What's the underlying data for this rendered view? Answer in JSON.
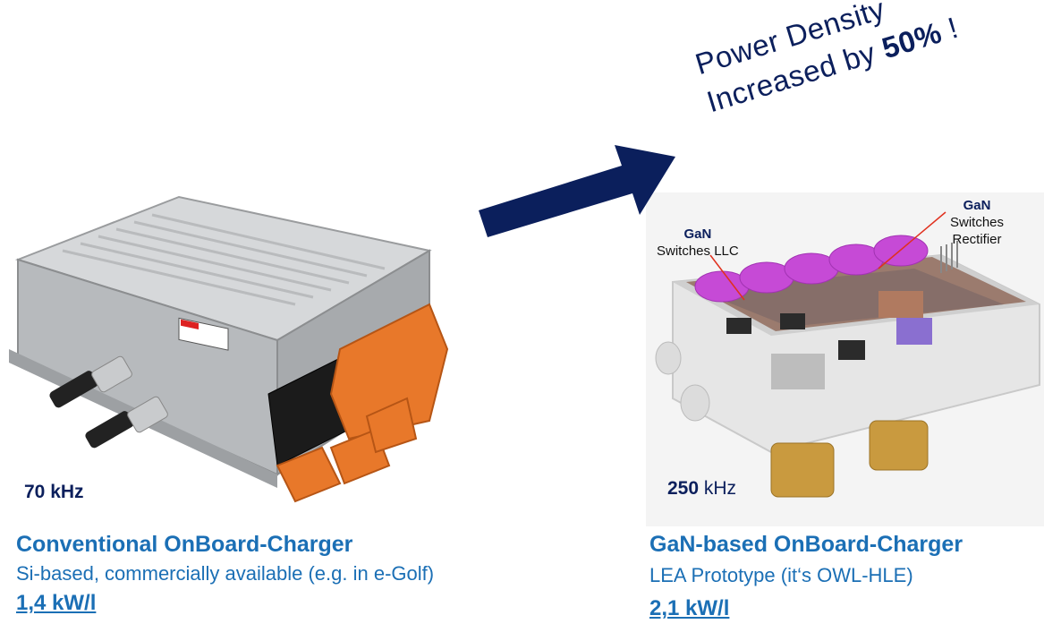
{
  "headline": {
    "line1": "Power Density",
    "line2_prefix": "Increased by ",
    "line2_value": "50%",
    "line2_suffix": " !"
  },
  "left": {
    "frequency": "70 kHz",
    "title": "Conventional OnBoard-Charger",
    "subtitle": "Si-based, commercially available (e.g. in e-Golf)",
    "density": "1,4 kW/l"
  },
  "right": {
    "frequency_value": "250",
    "frequency_unit": " kHz",
    "title": "GaN-based OnBoard-Charger",
    "subtitle": "LEA Prototype  (it‘s OWL-HLE)",
    "density": "2,1 kW/l",
    "callout_llc": {
      "title": "GaN",
      "label": "Switches LLC"
    },
    "callout_rectifier": {
      "title": "GaN",
      "label_line1": "Switches",
      "label_line2": "Rectifier"
    }
  },
  "colors": {
    "accent_blue": "#1b6fb5",
    "navy": "#0b1f5c",
    "orange_connector": "#e8782a",
    "gan_purple": "#c64ad6"
  }
}
